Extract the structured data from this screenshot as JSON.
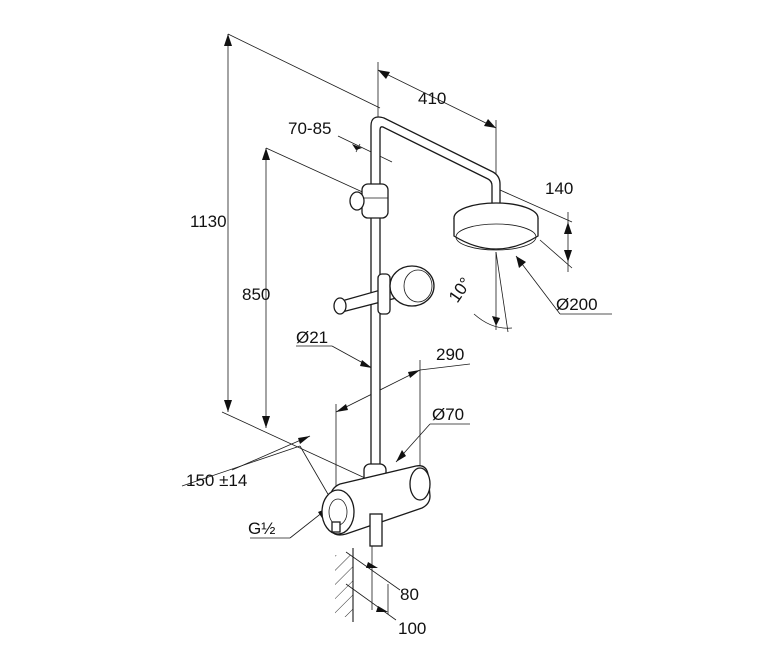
{
  "dimensions": {
    "arm_reach": "410",
    "slide_clearance": "70-85",
    "total_height": "1130",
    "head_height": "140",
    "rail_height": "850",
    "head_angle": "10°",
    "head_diameter": "Ø200",
    "rail_diameter": "Ø21",
    "inlet_spacing": "290",
    "valve_diameter": "Ø70",
    "inlet_centers": "150 ±14",
    "inlet_thread": "G½",
    "wall_offset_1": "80",
    "wall_offset_2": "100"
  }
}
